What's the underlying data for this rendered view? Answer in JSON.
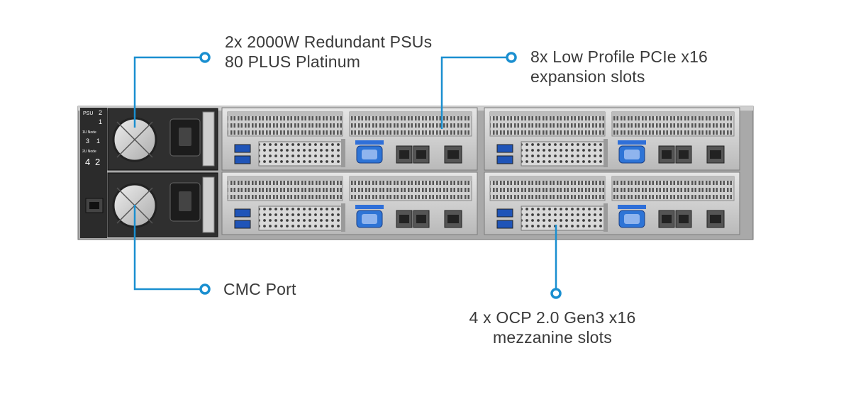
{
  "accent_color": "#1a8fd0",
  "callouts": {
    "psu": {
      "line1": "2x 2000W Redundant PSUs",
      "line2": "80 PLUS Platinum"
    },
    "pcie": {
      "line1": "8x Low Profile PCIe x16",
      "line2": "expansion slots"
    },
    "cmc": {
      "line1": "CMC Port"
    },
    "ocp": {
      "line1": "4 x OCP 2.0 Gen3 x16",
      "line2": "mezzanine slots"
    }
  },
  "chassis_labels": {
    "psu": "PSU",
    "psu_num_top": "2",
    "psu_num_bottom": "1",
    "node_top": "1U Node",
    "node_bottom": "2U Node",
    "num_3": "3",
    "num_1": "1",
    "num_4": "4",
    "num_2": "2"
  }
}
